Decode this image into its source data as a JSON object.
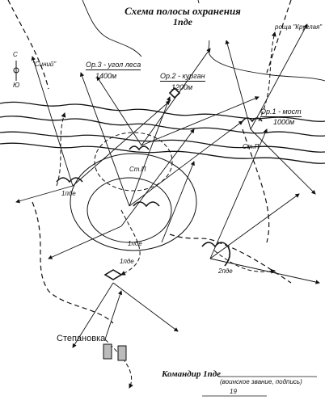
{
  "title": "Схема полосы охранения",
  "subtitle": "1пде",
  "outposts": [
    {
      "label": "Ор.3 - угол леса",
      "distance": "1400м"
    },
    {
      "label": "Ор.2 - курган",
      "distance": "1200м"
    },
    {
      "label": "Ор.1 - мост",
      "distance": "1000м"
    }
  ],
  "landmarks": {
    "grove": "роща \"Круглая\"",
    "windmill": "\"Синий\"",
    "north_c": "С",
    "north_yu": "Ю"
  },
  "units": {
    "st_p_1": "Ст.П",
    "st_p_2": "Ст.П",
    "pde_1": "1пде",
    "pde_2": "1пде",
    "pde_3": "1пде",
    "pde_4": "2пде"
  },
  "village": "Степановка",
  "signature": {
    "line1": "Командир 1пде",
    "line2": "(воинское звание, подпись)",
    "line3": "19"
  }
}
